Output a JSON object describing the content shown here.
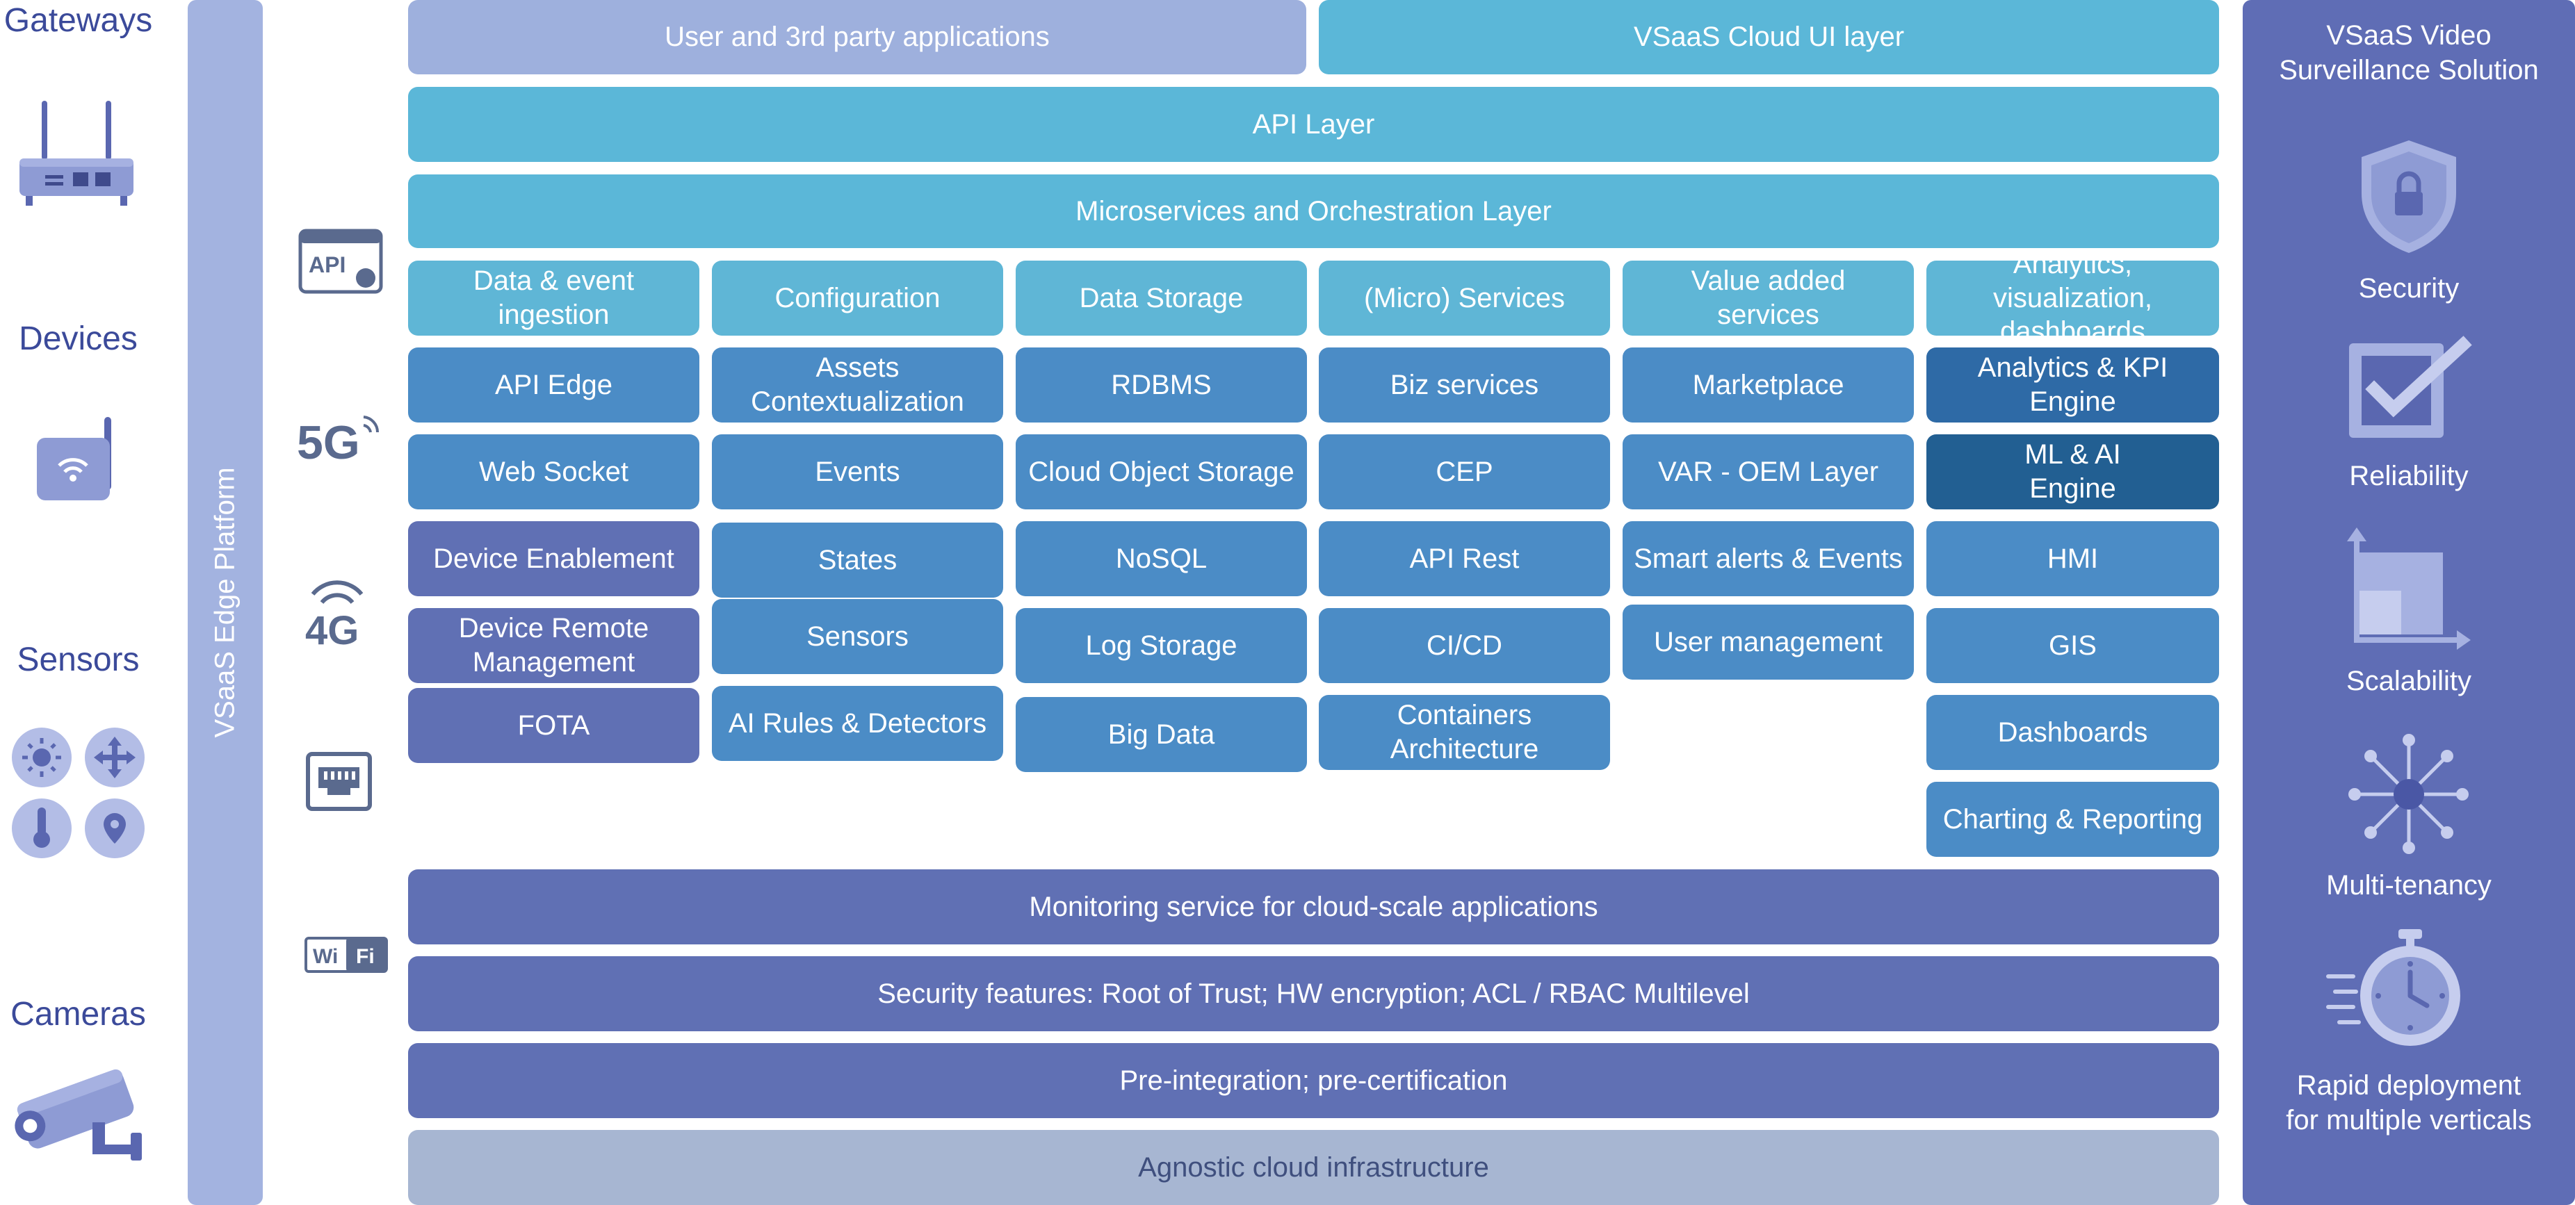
{
  "left_categories": {
    "gateways": "Gateways",
    "devices": "Devices",
    "sensors": "Sensors",
    "cameras": "Cameras"
  },
  "edge_platform": "VSaaS Edge Platform",
  "connectivity_icons": [
    "api-icon",
    "5g-icon",
    "4g-icon",
    "ethernet-icon",
    "wifi-icon"
  ],
  "connectivity_text": {
    "api": "API",
    "five_g": "5G",
    "four_g": "4G",
    "wifi_a": "Wi",
    "wifi_b": "Fi"
  },
  "top_layers": {
    "user_apps": "User and 3rd party applications",
    "cloud_ui": "VSaaS Cloud UI layer",
    "api_layer": "API Layer",
    "microservices": "Microservices and Orchestration Layer"
  },
  "columns": [
    {
      "header": "Data & event\ningestion",
      "items": [
        "API Edge",
        "Web Socket",
        "Device Enablement",
        "Device Remote\nManagement",
        "FOTA"
      ]
    },
    {
      "header": "Configuration",
      "items": [
        "Assets\nContextualization",
        "Events",
        "States",
        "Sensors",
        "AI Rules & Detectors"
      ]
    },
    {
      "header": "Data Storage",
      "items": [
        "RDBMS",
        "Cloud Object Storage",
        "NoSQL",
        "Log Storage",
        "Big Data"
      ]
    },
    {
      "header": "(Micro) Services",
      "items": [
        "Biz services",
        "CEP",
        "API Rest",
        "CI/CD",
        "Containers\nArchitecture"
      ]
    },
    {
      "header": "Value added\nservices",
      "items": [
        "Marketplace",
        "VAR - OEM Layer",
        "Smart alerts & Events",
        "User management"
      ]
    },
    {
      "header": "Analytics, visualization,\ndashboards",
      "items": [
        "Analytics & KPI Engine",
        "ML & AI\nEngine",
        "HMI",
        "GIS",
        "Dashboards",
        "Charting & Reporting"
      ]
    }
  ],
  "bottom_layers": {
    "monitoring": "Monitoring service for cloud-scale applications",
    "security": "Security features: Root of Trust; HW encryption; ACL / RBAC Multilevel",
    "preintegration": "Pre-integration; pre-certification",
    "agnostic": "Agnostic cloud infrastructure"
  },
  "right_panel": {
    "title": "VSaaS Video\nSurveillance Solution",
    "features": [
      "Security",
      "Reliability",
      "Scalability",
      "Multi-tenancy",
      "Rapid deployment\nfor multiple verticals"
    ]
  },
  "colors": {
    "lavender": "#9eb0dd",
    "cyan": "#5bb7d8",
    "mid_blue": "#4b8cc6",
    "dark_blue": "#2e6aa6",
    "purple": "#6070b4",
    "grey": "#a7b6d2",
    "panel": "#5f6db5",
    "label_blue": "#3b4a9a"
  }
}
